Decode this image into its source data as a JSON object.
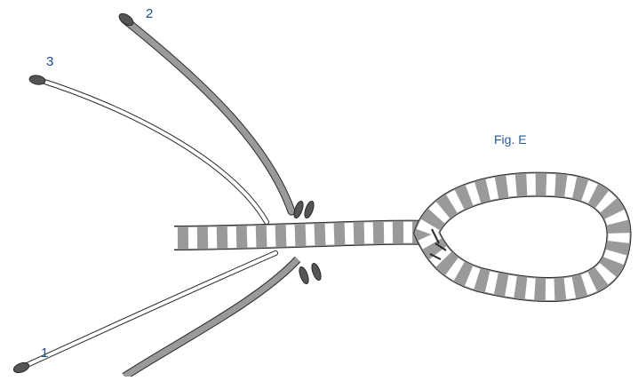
{
  "figure": {
    "caption": "Fig. E",
    "strand_labels": {
      "one": "1",
      "two": "2",
      "three": "3"
    }
  },
  "colors": {
    "grey_strand": "#9a9a9a",
    "white_strand": "#ffffff",
    "outline": "#2a2a2a",
    "tip": "#555555",
    "label": "#1f4e8c"
  }
}
